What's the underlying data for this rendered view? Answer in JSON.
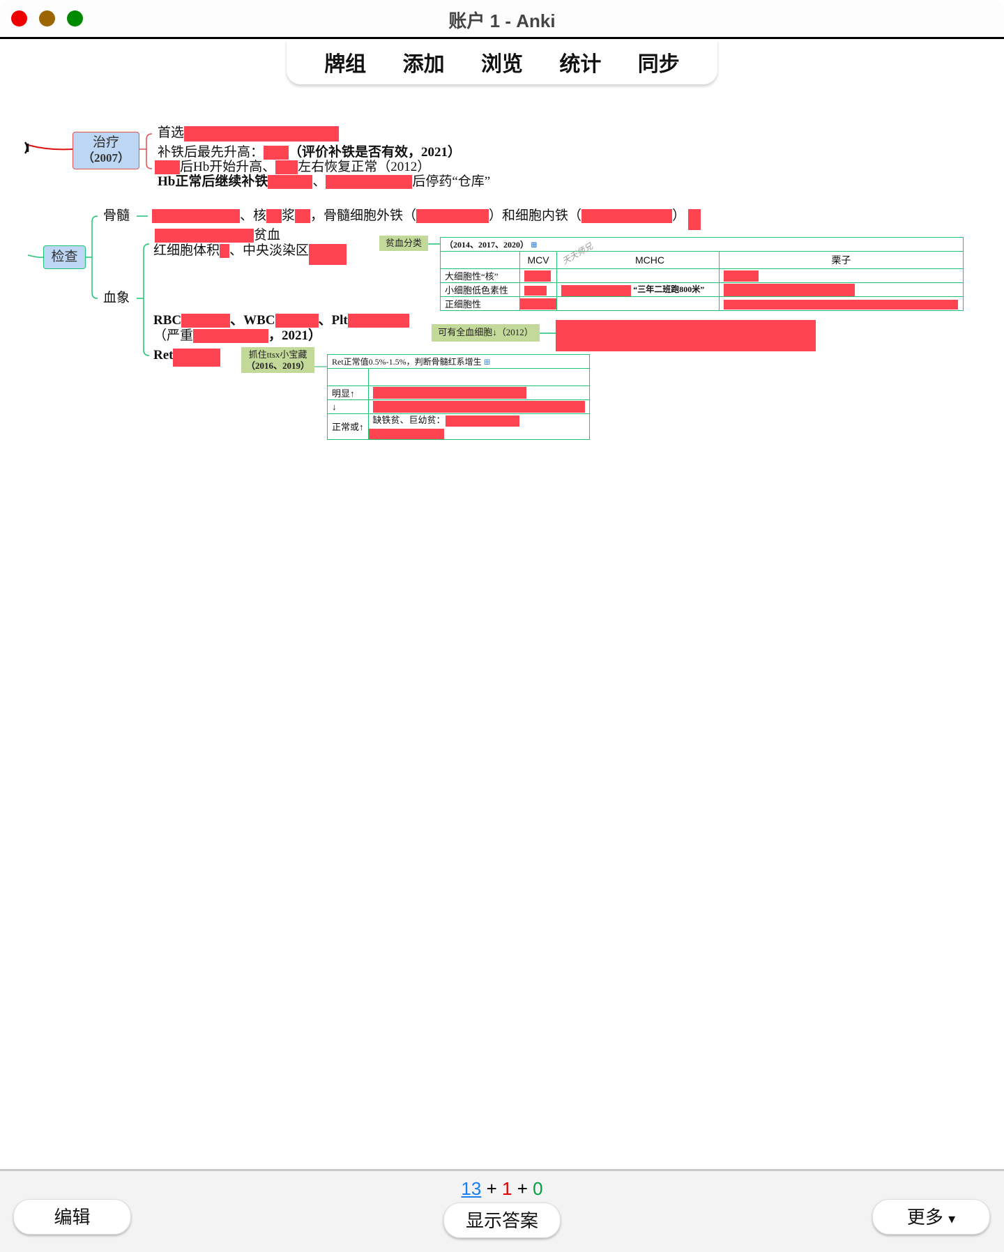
{
  "window": {
    "title": "账户 1 - Anki",
    "colors": {
      "close": "#ee0000",
      "minimize": "#9c6500",
      "zoom": "#008a00"
    }
  },
  "toolbar": {
    "items": [
      "牌组",
      "添加",
      "浏览",
      "统计",
      "同步"
    ]
  },
  "card": {
    "treatment": {
      "node": "治疗",
      "node_year": "（2007）",
      "line1": "首选",
      "line2a": "补铁后最先升高：",
      "line2b": "（评价补铁是否有效，2021）",
      "line3a": "后Hb开始升高、",
      "line3b": "左右恢复正常（2012）",
      "line4a": "Hb正常后继续补铁",
      "line4b": "、",
      "line4c": "后停药“仓库”"
    },
    "exam": {
      "node": "检查",
      "marrow_label": "骨髓",
      "marrow_a": "、核",
      "marrow_b": "浆",
      "marrow_c": "，骨髓细胞外铁（",
      "marrow_d": "）和细胞内铁（",
      "marrow_e": "）",
      "blood_label": "血象",
      "anemia": "贫血",
      "rbc_vol_a": "红细胞体积",
      "rbc_vol_b": "、中央淡染区",
      "rbc": "RBC",
      "wbc": "、WBC",
      "plt": "、Plt",
      "severe_a": "（严重",
      "severe_b": "，2021）",
      "ret": "Ret"
    },
    "tags": {
      "anemia_class": "贫血分类",
      "pancytopenia": "可有全血细胞↓（2012）",
      "ttsx_1": "抓住ttsx小宝藏",
      "ttsx_2": "（2016、2019）"
    },
    "table1": {
      "caption": "（2014、2017、2020）",
      "headers": [
        "",
        "MCV",
        "MCHC",
        "栗子"
      ],
      "rows": [
        {
          "label": "大细胞性“核”",
          "mchc": ""
        },
        {
          "label": "小细胞低色素性",
          "mchc": "“三年二班跑800米”"
        },
        {
          "label": "正细胞性",
          "mchc": ""
        }
      ],
      "watermark": "天天师兄"
    },
    "table2": {
      "caption": "Ret正常值0.5%-1.5%，判断骨髓红系增生",
      "rows": [
        {
          "label": "明显↑",
          "value": ""
        },
        {
          "label": "↓",
          "value": ""
        },
        {
          "label": "正常或↑",
          "value": "缺铁贫、巨幼贫："
        }
      ]
    }
  },
  "bottom": {
    "counts": {
      "new": "13",
      "plus1": "+",
      "learn": "1",
      "plus2": "+",
      "review": "0",
      "colors": {
        "new": "#1a7ff0",
        "learn": "#e00000",
        "review": "#00a040"
      }
    },
    "edit": "编辑",
    "show_answer": "显示答案",
    "more": "更多",
    "more_arrow": "▾"
  }
}
